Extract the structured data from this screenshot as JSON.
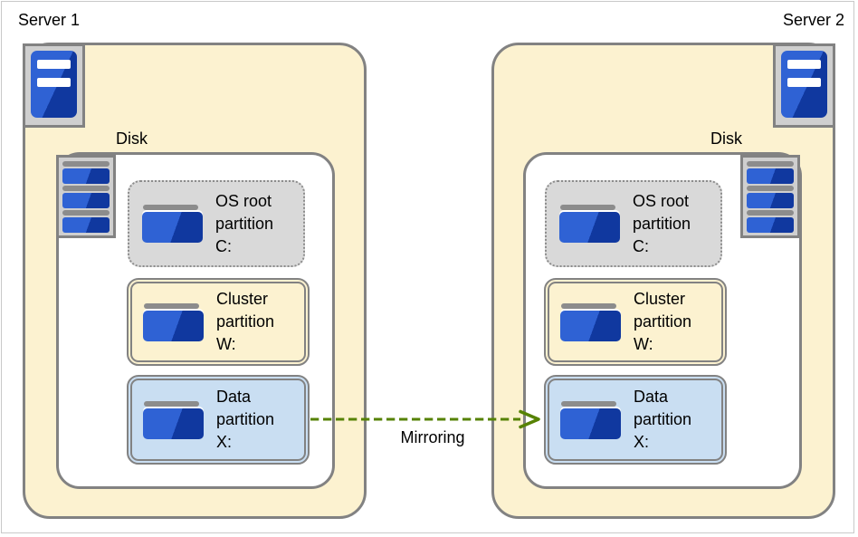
{
  "colors": {
    "cream": "#FCF2D0",
    "grey_fill": "#D9D9D9",
    "blue_fill": "#C9DEF2",
    "border": "#828282",
    "frame_border": "#C9C9C9",
    "icon_bg": "#CFCFCF",
    "bar_grey": "#8C8C8C",
    "blue_light": "#2F62D4",
    "blue_dark": "#10389F",
    "arrow_green": "#568203"
  },
  "servers": [
    {
      "name": "Server 1",
      "disk_label": "Disk",
      "partitions": [
        {
          "id": "os-root",
          "text": "OS root\npartition\nC:"
        },
        {
          "id": "cluster",
          "text": "Cluster\npartition\nW:"
        },
        {
          "id": "data",
          "text": "Data\npartition\nX:"
        }
      ]
    },
    {
      "name": "Server 2",
      "disk_label": "Disk",
      "partitions": [
        {
          "id": "os-root",
          "text": "OS root\npartition\nC:"
        },
        {
          "id": "cluster",
          "text": "Cluster\npartition\nW:"
        },
        {
          "id": "data",
          "text": "Data\npartition\nX:"
        }
      ]
    }
  ],
  "mirroring": {
    "label": "Mirroring"
  }
}
